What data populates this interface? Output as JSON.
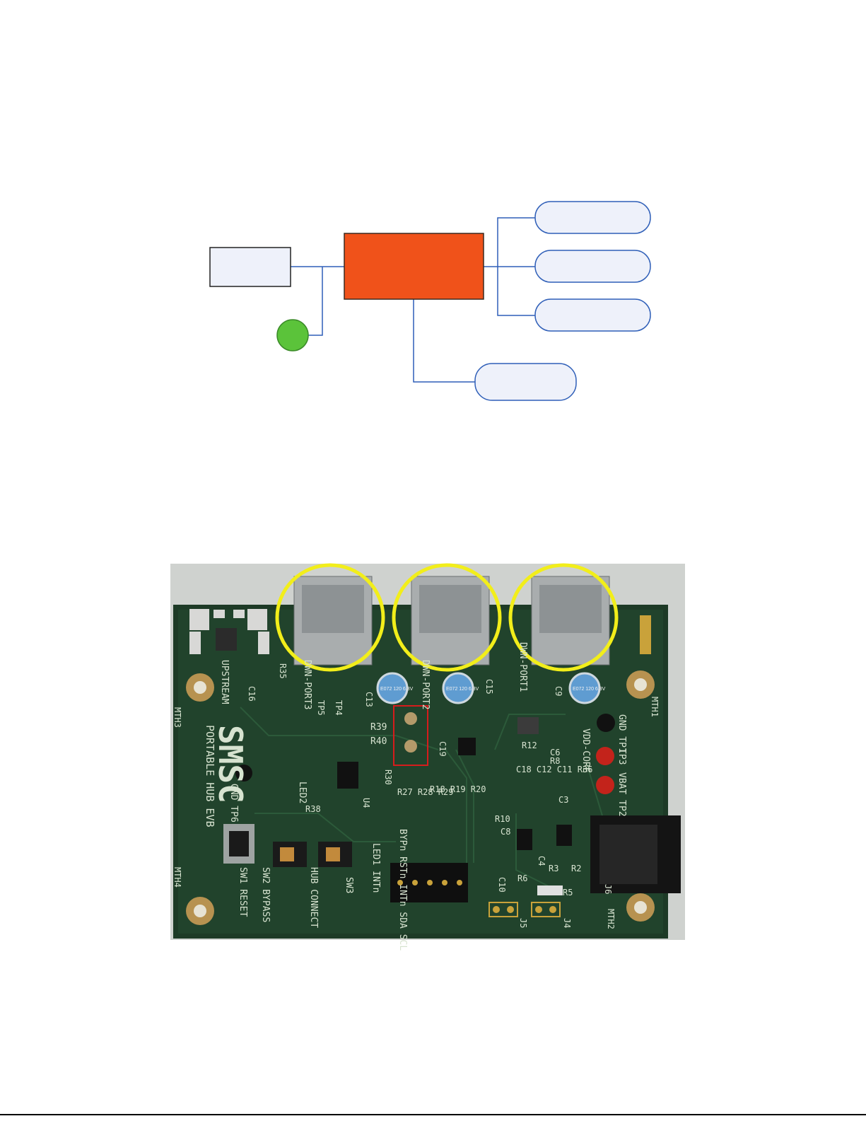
{
  "diagram": {
    "line_color": "#2f5fb8",
    "hub_color": "#f0521a",
    "node_fill": "#eef1fa",
    "dot_color": "#5bc33a",
    "nodes": [
      "upstream-box",
      "hub-box",
      "port-1",
      "port-2",
      "port-3",
      "bottom-node",
      "status-dot"
    ]
  },
  "board": {
    "pcb_color": "#1d3a26",
    "highlight_color": "#f2ee1a",
    "marker_color": "#d61c1c",
    "labels": {
      "vendor": "SMSC",
      "product": "PORTABLE HUB EVB",
      "upstream": "UPSTREAM",
      "port3": "DWN-PORT3",
      "port2": "DWN-PORT2",
      "port1": "DWN-PORT1",
      "gnd_tp1": "GND TP1",
      "vdd_core": "VDD-CORE",
      "tp3": "TP3",
      "vbat_tp2": "VBAT TP2",
      "reset": "SW1 RESET",
      "bypass": "SW2 BYPASS",
      "hub_connect": "HUB CONNECT",
      "sw3": "SW3",
      "gnd_tp6": "GND TP6",
      "led2": "LED2",
      "led1": "LED1 INTn",
      "j1_labels": "BYPn RSTn INTn SDA SCL",
      "mth1": "MTH1",
      "mth2": "MTH2",
      "mth3": "MTH3",
      "mth4": "MTH4",
      "r39": "R39",
      "r40": "R40",
      "cap_mark": "E072 120 6.3V",
      "refs_a": "C18 C12 C11 R36",
      "refs_b": "R18 R19 R20",
      "refs_c": "R27 R28 R29",
      "u4": "U4",
      "r38": "R38",
      "r30": "R30",
      "c13": "C13",
      "c15": "C15",
      "c9": "C9",
      "c16": "C16",
      "r35": "R35",
      "tp4": "TP4",
      "tp5": "TP5",
      "c19": "C19",
      "r12": "R12",
      "c6": "C6",
      "r8": "R8",
      "c3": "C3",
      "r10": "R10",
      "c8": "C8",
      "c4": "C4",
      "r3": "R3",
      "r2": "R2",
      "r5": "R5",
      "r6": "R6",
      "c10": "C10",
      "j5": "J5",
      "j4": "J4",
      "j6": "J6"
    }
  }
}
